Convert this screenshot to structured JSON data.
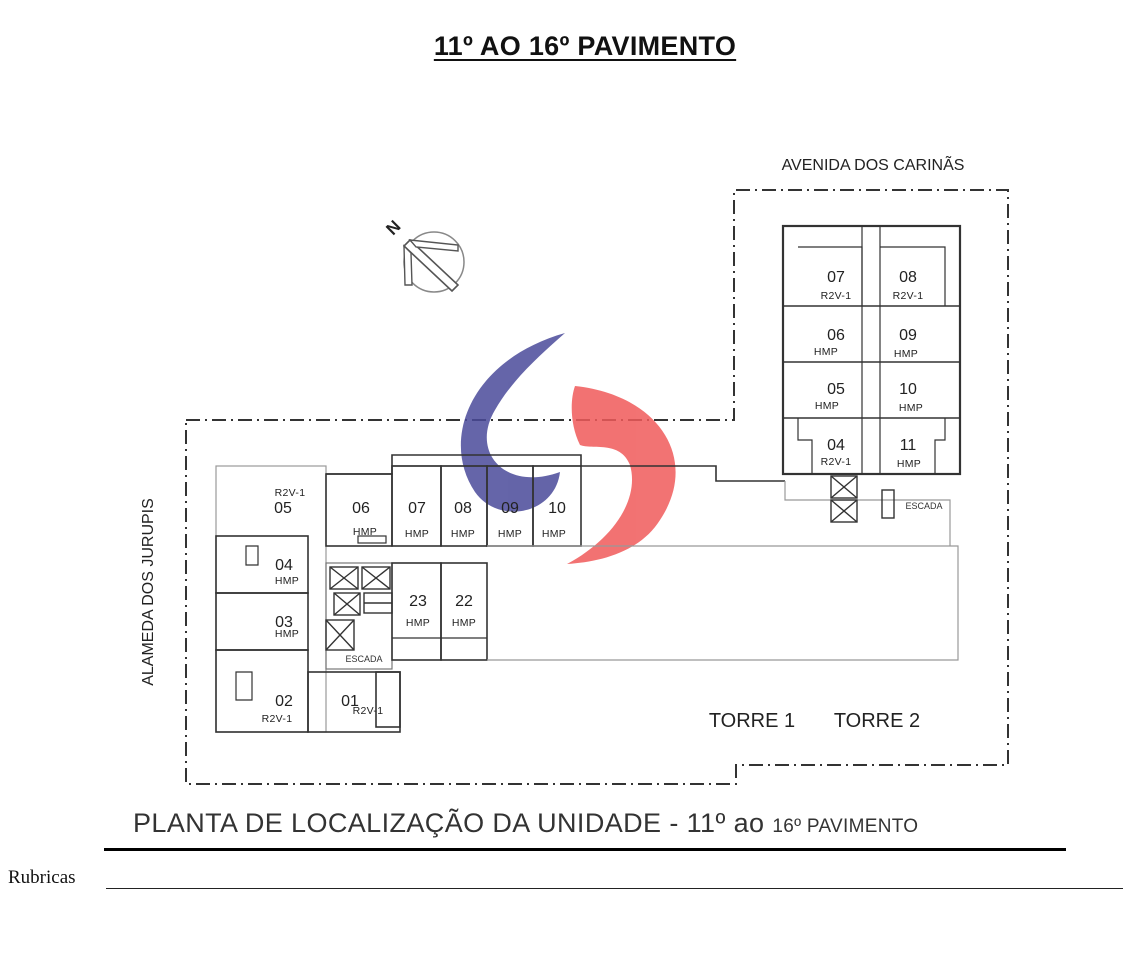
{
  "page_title": "11º AO 16º PAVIMENTO",
  "streets": {
    "north": "AVENIDA DOS CARINÃS",
    "west": "ALAMEDA DOS JURUPIS"
  },
  "compass": {
    "letter": "N"
  },
  "towers": [
    "TORRE 1",
    "TORRE 2"
  ],
  "stairs_label": "ESCADA",
  "units_tower1": [
    {
      "number": "05",
      "type": "R2V-1"
    },
    {
      "number": "04",
      "type": "HMP"
    },
    {
      "number": "03",
      "type": "HMP"
    },
    {
      "number": "02",
      "type": "R2V-1"
    },
    {
      "number": "01",
      "type": "R2V-1"
    },
    {
      "number": "06",
      "type": "HMP"
    },
    {
      "number": "07",
      "type": "HMP"
    },
    {
      "number": "08",
      "type": "HMP"
    },
    {
      "number": "09",
      "type": "HMP"
    },
    {
      "number": "10",
      "type": "HMP"
    },
    {
      "number": "23",
      "type": "HMP"
    },
    {
      "number": "22",
      "type": "HMP"
    }
  ],
  "units_tower2": [
    {
      "number": "07",
      "type": "R2V-1"
    },
    {
      "number": "08",
      "type": "R2V-1"
    },
    {
      "number": "06",
      "type": "HMP"
    },
    {
      "number": "09",
      "type": "HMP"
    },
    {
      "number": "05",
      "type": "HMP"
    },
    {
      "number": "10",
      "type": "HMP"
    },
    {
      "number": "04",
      "type": "R2V-1"
    },
    {
      "number": "11",
      "type": "HMP"
    }
  ],
  "caption": {
    "main": "PLANTA DE LOCALIZAÇÃO DA UNIDADE - 11º ao",
    "small": "16º PAVIMENTO"
  },
  "signature": {
    "label": "Rubricas"
  },
  "colors": {
    "logo_blue": "#4a4a9a",
    "logo_red": "#f05a5a"
  }
}
